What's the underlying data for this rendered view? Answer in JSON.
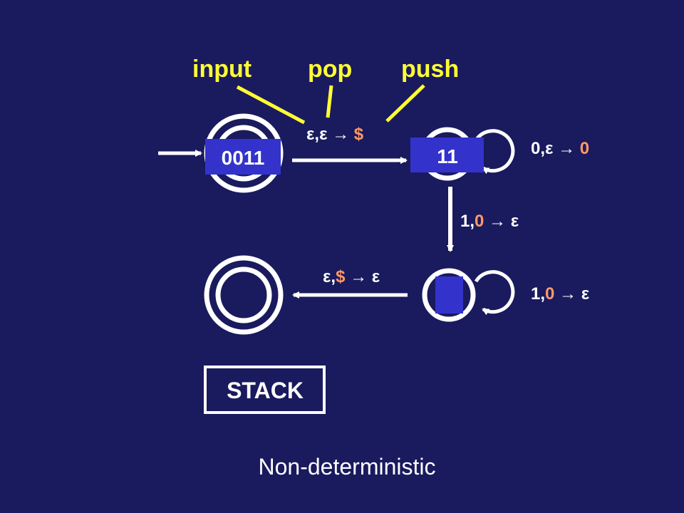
{
  "annotations": {
    "input": "input",
    "pop": "pop",
    "push": "push"
  },
  "transitions": {
    "q0_q1": {
      "input": "ε",
      "sep": ",",
      "pop": "ε",
      "arrow": " → ",
      "push": "$"
    },
    "q1_loop": {
      "input": "0",
      "sep": ",",
      "pop": "ε",
      "arrow": " → ",
      "push": "0"
    },
    "q1_q2": {
      "input": "1",
      "sep": ",",
      "pop": "0",
      "arrow": " → ",
      "push": "ε"
    },
    "q2_loop": {
      "input": "1",
      "sep": ",",
      "pop": "0",
      "arrow": " → ",
      "push": "ε"
    },
    "q2_q3": {
      "input": "ε",
      "sep": ",",
      "pop": "$",
      "arrow": " → ",
      "push": "ε"
    }
  },
  "input_tapes": {
    "q0": "0011",
    "q1": "11",
    "q2": ""
  },
  "stack_label": "STACK",
  "caption": "Non-deterministic",
  "colors": {
    "background": "#1a1a5e",
    "highlight": "#ffff33",
    "stack_symbol": "#ff9966",
    "tape": "#3333cc"
  }
}
